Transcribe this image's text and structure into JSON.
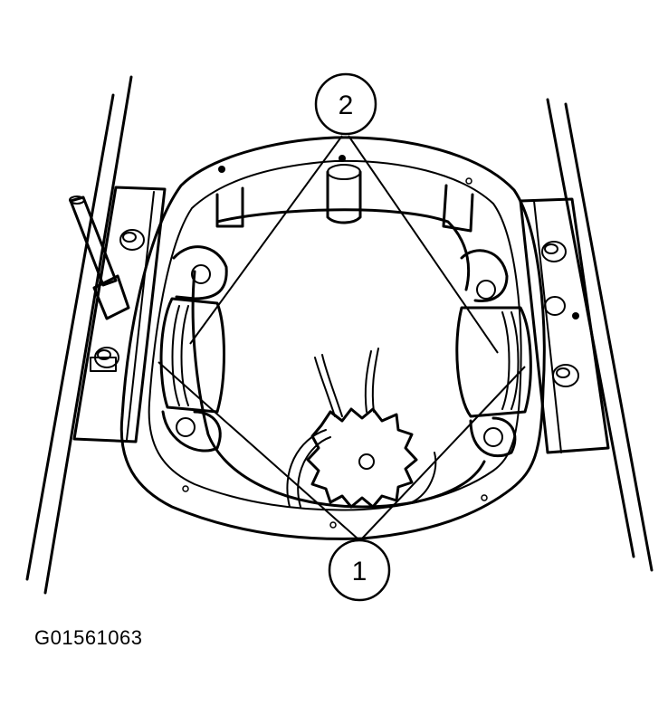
{
  "callouts": [
    {
      "label": "2"
    },
    {
      "label": "1"
    }
  ],
  "figure_id": "G01561063"
}
